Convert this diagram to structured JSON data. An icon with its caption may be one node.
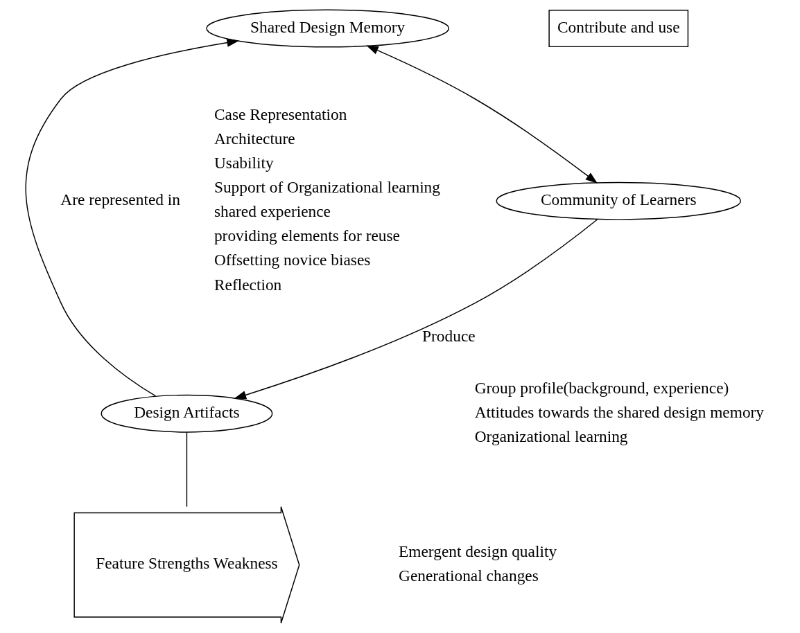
{
  "diagram": {
    "nodes": [
      {
        "text": [
          "Shared Design Memory"
        ]
      },
      {
        "text": [
          "Contribute and use"
        ]
      },
      {
        "text": [
          "Community of Learners"
        ]
      },
      {
        "text": [
          "Design Artifacts"
        ]
      },
      {
        "text": [
          "Feature Strengths Weakness"
        ]
      }
    ],
    "edges": [
      {
        "from": 2,
        "to": 0,
        "arrow": "both"
      },
      {
        "from": 3,
        "to": 0,
        "arrow": "to",
        "label": "Are represented in"
      },
      {
        "from": 2,
        "to": 3,
        "arrow": "to",
        "label": "Produce"
      },
      {
        "from": 3,
        "to": 4,
        "arrow": "none"
      }
    ],
    "labels": [
      "Case Representation",
      "Architecture",
      "Usability",
      "Support of Organizational learning",
      "shared experience",
      "providing elements for reuse",
      "Offsetting novice biases",
      "Reflection",
      "Group profile(background, experience)",
      "Attitudes towards the shared design memory",
      "Organizational learning",
      "Emergent design quality",
      "Generational changes"
    ]
  }
}
